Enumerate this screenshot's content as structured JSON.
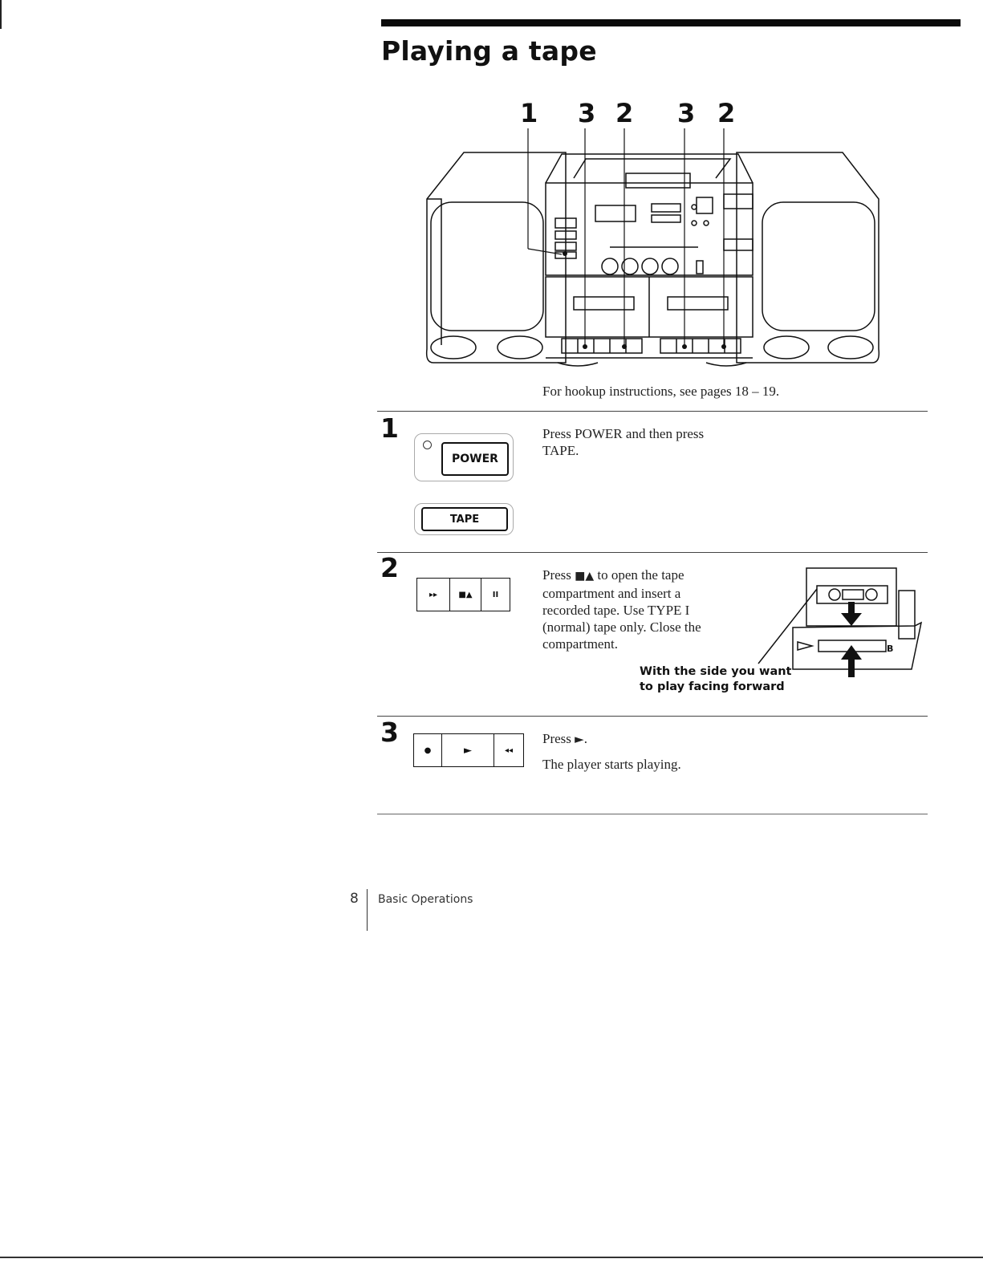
{
  "page": {
    "title": "Playing a tape",
    "callouts": [
      "1",
      "3",
      "2",
      "3",
      "2"
    ],
    "hookup": "For hookup instructions, see pages 18 – 19."
  },
  "steps": [
    {
      "number": "1",
      "text": [
        "Press POWER and then press",
        "TAPE."
      ],
      "buttons": {
        "power": "POWER",
        "tape": "TAPE"
      }
    },
    {
      "number": "2",
      "text_pre": "Press ",
      "text_symbol": "■▲",
      "text_post": " to open the tape",
      "text_lines": [
        "compartment and insert a",
        "recorded tape.  Use TYPE I",
        "(normal) tape only.  Close the",
        "compartment."
      ],
      "keys": [
        "▸▸",
        "■▲",
        "II"
      ],
      "note": [
        "With the side you want",
        "to play facing forward"
      ]
    },
    {
      "number": "3",
      "text_pre": "Press ",
      "text_symbol": "►",
      "text_post": ".",
      "text2": "The player starts playing.",
      "keys": [
        "●",
        "►",
        "◂◂"
      ]
    }
  ],
  "footer": {
    "page_number": "8",
    "section": "Basic Operations"
  },
  "colors": {
    "ink": "#111111",
    "paper": "#ffffff"
  }
}
